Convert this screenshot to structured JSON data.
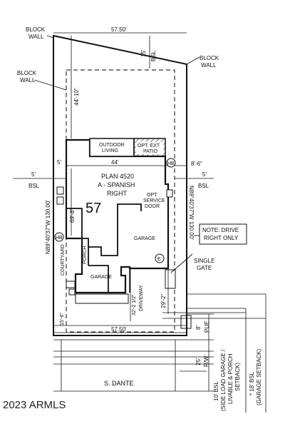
{
  "labels": {
    "block_wall_top": [
      "BLOCK",
      "WALL"
    ],
    "block_wall_left": [
      "BLOCK",
      "WALL"
    ],
    "block_wall_right": [
      "BLOCK",
      "WALL"
    ],
    "width_top": "57.50'",
    "width_bottom": "57.50'",
    "bsl_top": "BSL",
    "dim_15_top": "15'",
    "dim_44_10": "44'-10\"",
    "outdoor_living": [
      "OUTDOOR",
      "LIVING"
    ],
    "opt_ext_patio": [
      "OPT. EXT",
      "PATIO"
    ],
    "dim_44": "44'",
    "dim_5_inner": "5'",
    "dim_8_6": "8'-6\"",
    "hb": "HB",
    "bsl_left_dim": "5'",
    "bsl_left": "BSL",
    "bsl_right_dim": "5'",
    "bsl_right": "BSL",
    "plan_lines": [
      "PLAN 4520",
      "A - SPANISH",
      "RIGHT"
    ],
    "lot_number": "57",
    "dim_69_8": "69'-8\"",
    "bearing_left": "N89°40'37\"W  130.00'",
    "bearing_right": "N89°40'37\"W  130.00'",
    "opt_service_door": [
      "OPT.",
      "SERVICE",
      "DOOR"
    ],
    "garage_upper": "GARAGE",
    "garage_lower": "GARAGE",
    "porch": "PORCH",
    "courtyard": "COURTYARD",
    "e_marker": "E",
    "single_gate": [
      "SINGLE",
      "GATE"
    ],
    "note_box": [
      "NOTE: DRIVE",
      "RIGHT ONLY"
    ],
    "dim_15_6": "15'-6\"",
    "dim_32_2_half": "32'-2 1/2\"",
    "driveway": "DRIVEWAY",
    "dim_29_2": "29'-2\"",
    "dim_8_pue": "8'",
    "pue": "PUE",
    "dim_25": "25'",
    "rw": "R/W",
    "street": "S. DANTE",
    "setback_10": [
      "10' BSL",
      "(SIDE LOAD GARAGE /",
      "LIVABLE & PORCH",
      "SETBACK)"
    ],
    "setback_18": [
      "* 18' BSL",
      "(GARAGE SETBACK)"
    ],
    "copyright": "2023 ARMLS"
  }
}
